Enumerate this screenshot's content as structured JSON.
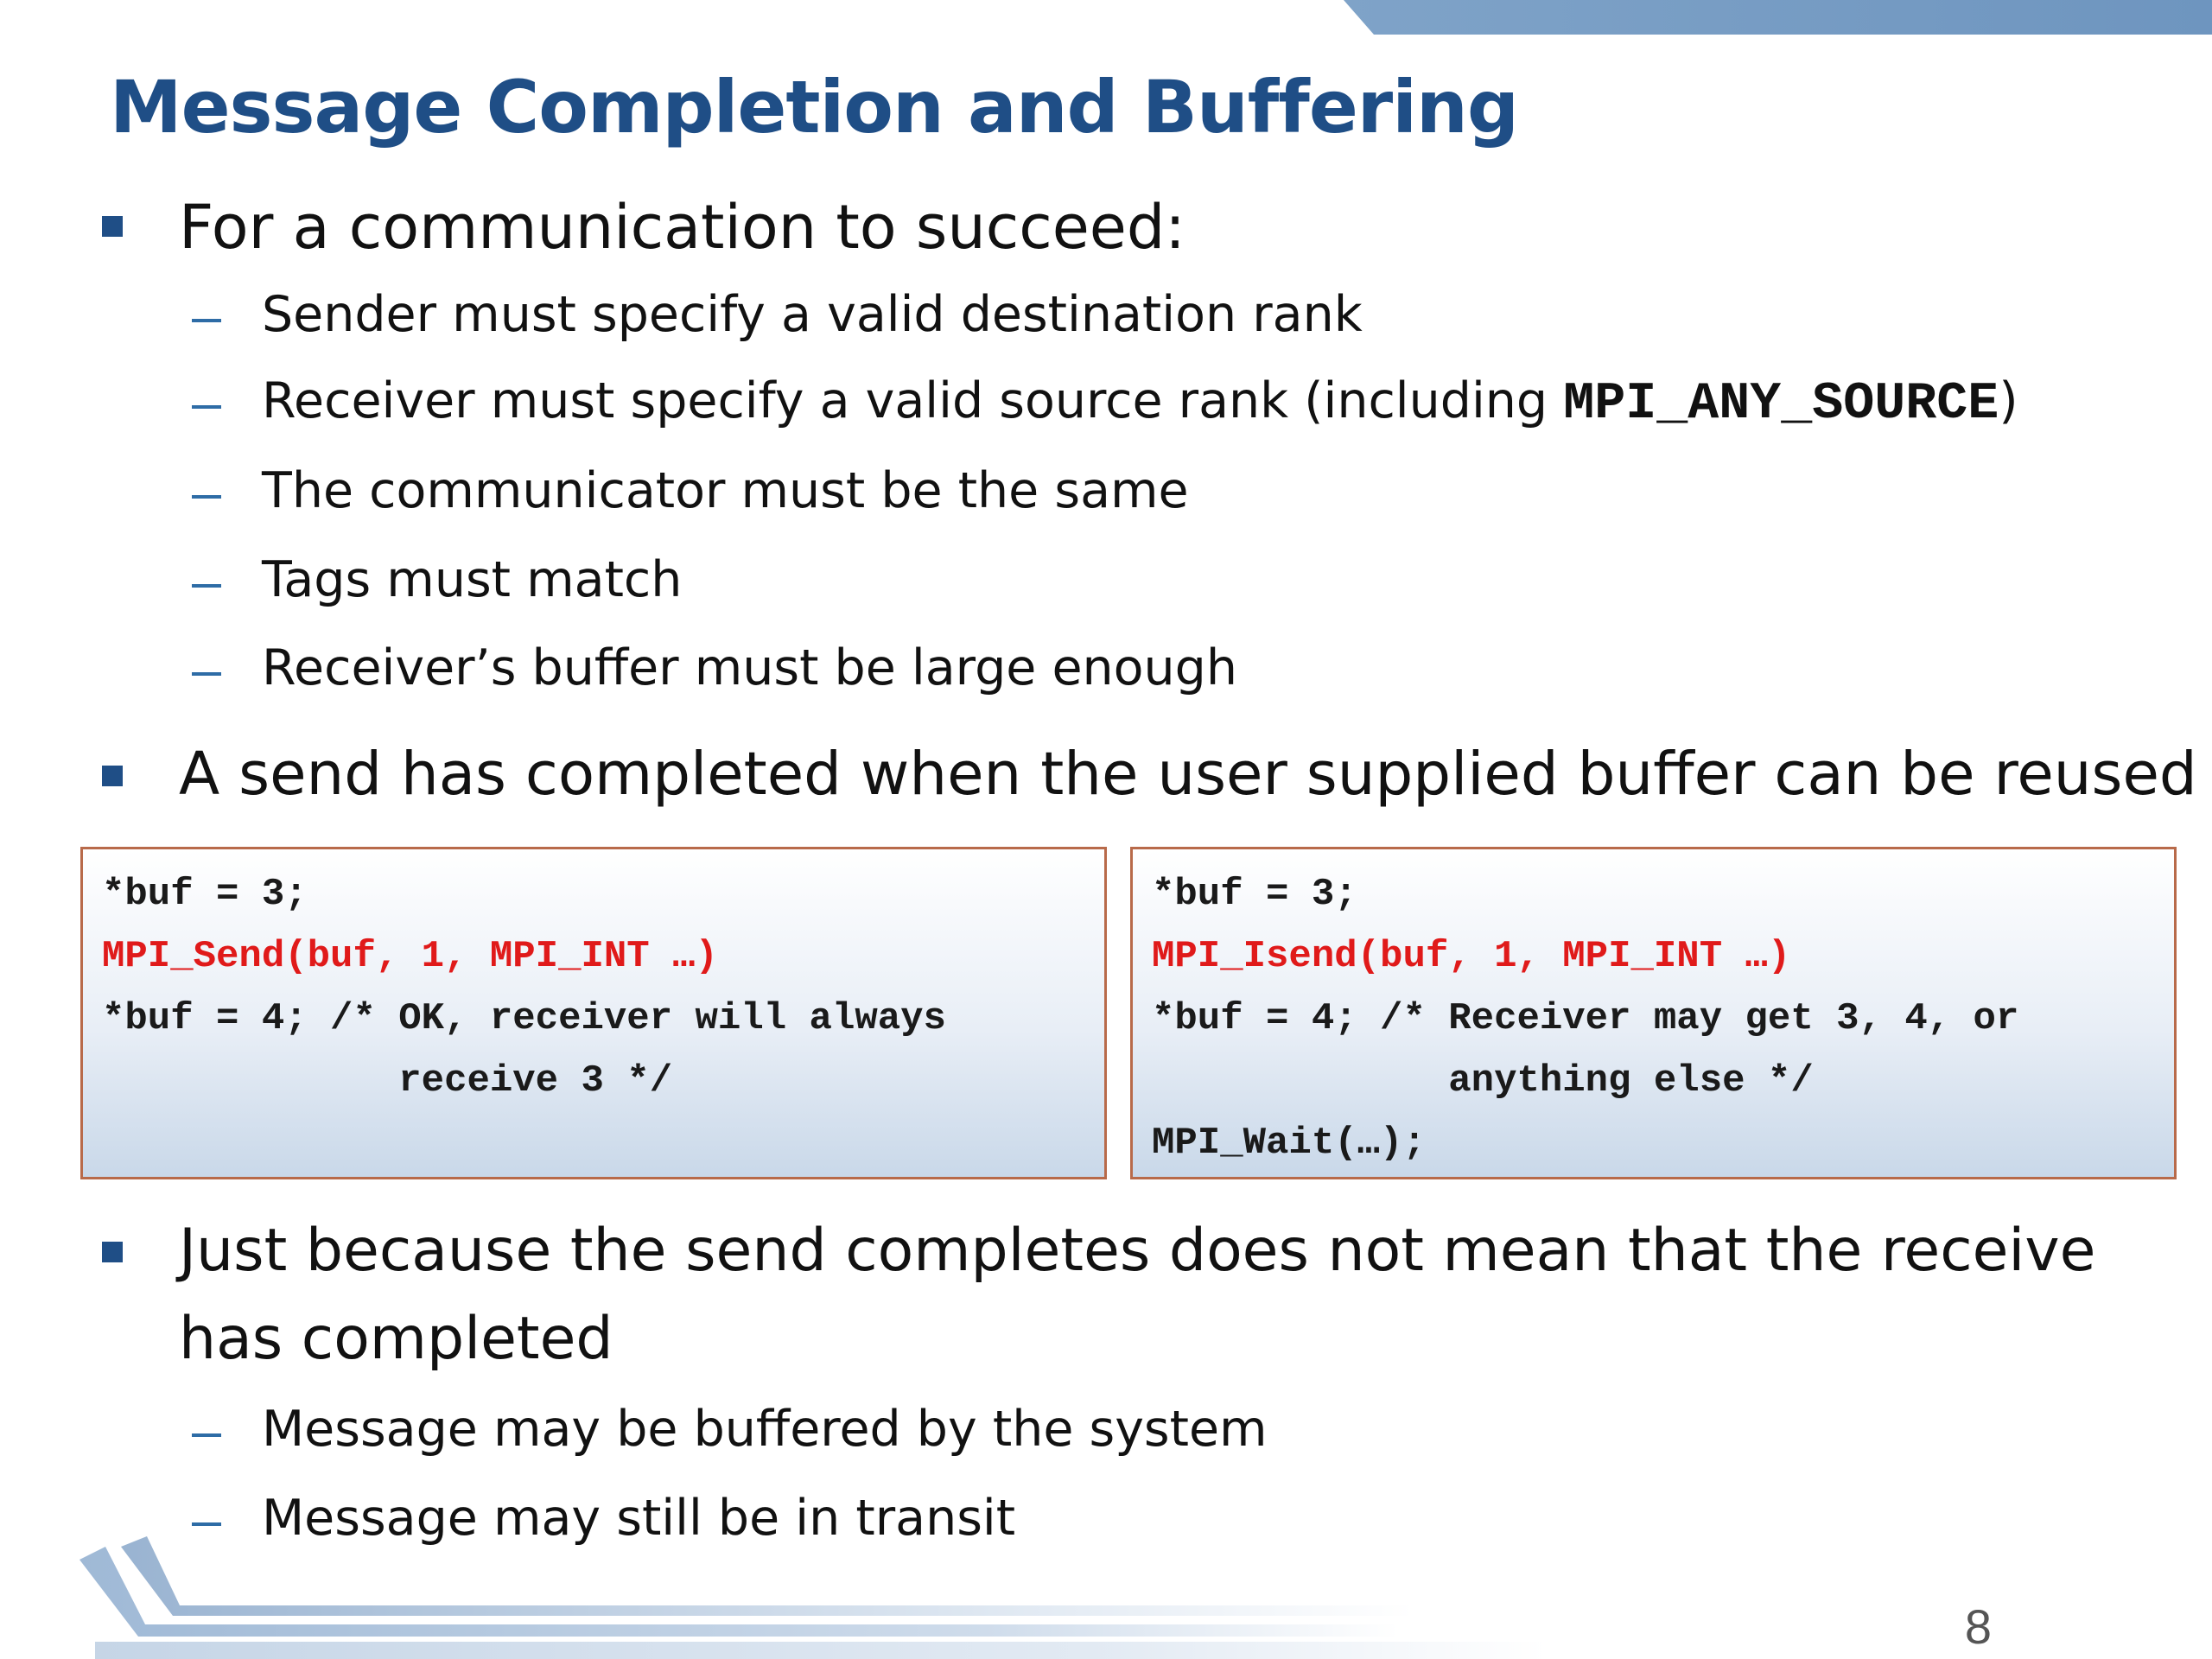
{
  "slide": {
    "title": "Message Completion and Buffering",
    "page_number": "8",
    "accent_color": "#1f4e86",
    "code_red": "#e01a1a"
  },
  "bullets": {
    "b1": {
      "text": "For a communication to succeed:",
      "subs": [
        "Sender must specify a valid destination rank",
        "Receiver must specify a valid source rank (including ",
        "The communicator must be the same",
        "Tags must match",
        "Receiver’s buffer must be large enough"
      ],
      "sub2_code": "MPI_ANY_SOURCE",
      "sub2_end": ")"
    },
    "b2": {
      "text": "A send has completed when the user supplied buffer can be reused"
    },
    "b3": {
      "line1": "Just because the send completes does not mean that the receive",
      "line2": "has completed",
      "subs": [
        "Message may be buffered by the system",
        "Message may still be in transit"
      ]
    }
  },
  "code_left": {
    "l1": "*buf = 3;",
    "l2": "MPI_Send(buf, 1, MPI_INT …)",
    "l3": "*buf = 4; /* OK, receiver will always",
    "l4": "             receive 3 */"
  },
  "code_right": {
    "l1": "*buf = 3;",
    "l2": "MPI_Isend(buf, 1, MPI_INT …)",
    "l3": "*buf = 4; /* Receiver may get 3, 4, or",
    "l4": "             anything else */",
    "l5": "MPI_Wait(…);"
  }
}
